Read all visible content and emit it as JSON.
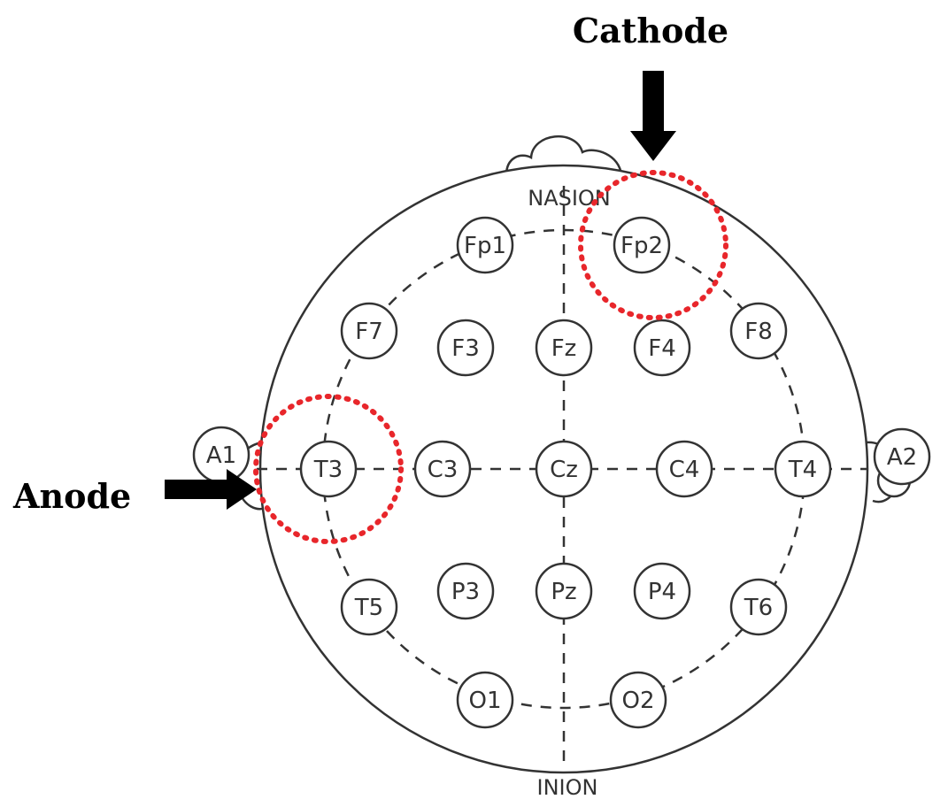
{
  "landmarks": {
    "nasion": "NASION",
    "inion": "INION"
  },
  "callouts": {
    "cathode": "Cathode",
    "anode": "Anode"
  },
  "colors": {
    "stimulation_ring": "#e8262b",
    "outline": "#333333",
    "arrow": "#000000"
  },
  "electrodes": {
    "fp1": "Fp1",
    "fp2": "Fp2",
    "f7": "F7",
    "f3": "F3",
    "fz": "Fz",
    "f4": "F4",
    "f8": "F8",
    "a1": "A1",
    "t3": "T3",
    "c3": "C3",
    "cz": "Cz",
    "c4": "C4",
    "t4": "T4",
    "a2": "A2",
    "t5": "T5",
    "p3": "P3",
    "pz": "Pz",
    "p4": "P4",
    "t6": "T6",
    "o1": "O1",
    "o2": "O2"
  }
}
